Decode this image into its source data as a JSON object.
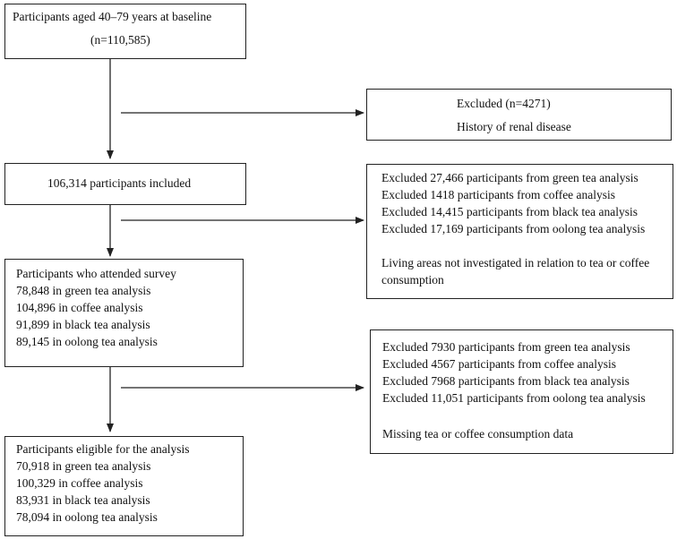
{
  "box1": {
    "line1": "Participants aged 40–79 years at baseline",
    "line2": "(n=110,585)"
  },
  "excluded1": {
    "line1": "Excluded (n=4271)",
    "line2": "History of renal disease"
  },
  "box2": {
    "line1": "106,314 participants included"
  },
  "excluded2": {
    "lines": [
      "Excluded 27,466 participants from green tea analysis",
      "Excluded 1418 participants from coffee analysis",
      "Excluded 14,415 participants from black tea analysis",
      "Excluded 17,169 participants from oolong tea analysis"
    ],
    "reason_lines": [
      "Living areas not investigated in relation to tea or coffee",
      "consumption"
    ]
  },
  "box3": {
    "lines": [
      "Participants who attended survey",
      "78,848 in green tea analysis",
      "104,896 in coffee analysis",
      "91,899 in black tea analysis",
      "89,145 in oolong tea analysis"
    ]
  },
  "excluded3": {
    "lines": [
      "Excluded 7930 participants from green tea analysis",
      "Excluded 4567 participants from coffee analysis",
      "Excluded 7968 participants from black tea analysis",
      "Excluded 11,051 participants from oolong tea analysis"
    ],
    "reason_lines": [
      "Missing tea or coffee consumption data"
    ]
  },
  "box4": {
    "lines": [
      "Participants eligible for the analysis",
      "70,918 in green tea analysis",
      "100,329 in coffee analysis",
      "83,931 in black tea analysis",
      "78,094 in oolong tea analysis"
    ]
  }
}
